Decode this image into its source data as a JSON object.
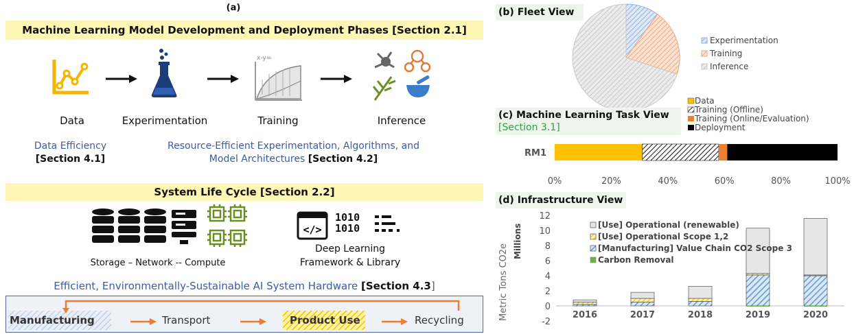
{
  "panel_a": {
    "label": "(a)",
    "title": "Machine Learning Model Development and Deployment Phases [Section 2.1]",
    "phases": [
      "Data",
      "Experimentation",
      "Training",
      "Inference"
    ],
    "data_eff": "Data Efficiency",
    "data_eff_sec": "[Section 4.1]",
    "res_eff_1": "Resource-Efficient Experimentation, Algorithms, and",
    "res_eff_2": "Model Architectures",
    "res_eff_sec": "[Section 4.2]",
    "lifecycle_title": "System Life Cycle [Section 2.2]",
    "storage_label": "Storage – Network -- Compute",
    "dl_label_1": "Deep Learning",
    "dl_label_2": "Framework & Library",
    "hw_line": "Efficient, Environmentally-Sustainable AI System Hardware",
    "hw_sec_open": "[Section 4.3",
    "hw_sec_close": "]",
    "code_glyph": "</>",
    "binary_1": "1010",
    "binary_2": "1010",
    "formula": "x-y=",
    "stages": [
      "Manufacturing",
      "Transport",
      "Product Use",
      "Recycling"
    ]
  },
  "panel_b": {
    "title": "(b) Fleet View",
    "chart_data": {
      "type": "pie",
      "labels": [
        "Experimentation",
        "Training",
        "Inference"
      ],
      "values": [
        10,
        20,
        70
      ],
      "colors": [
        "#8fb0e3",
        "#f2a57e",
        "#c8c8c8"
      ]
    }
  },
  "panel_c": {
    "title": "(c) Machine Learning Task View",
    "section": "[Section 3.1]",
    "chart_data": {
      "type": "bar",
      "orientation": "horizontal-stacked-100",
      "categories": [
        "RM1"
      ],
      "series": [
        {
          "name": "Data",
          "values": [
            31
          ],
          "color": "#ffc000"
        },
        {
          "name": "Training (Offline)",
          "values": [
            27
          ],
          "color": "hatch"
        },
        {
          "name": "Training (Online/Evaluation)",
          "values": [
            3
          ],
          "color": "#ed7d31"
        },
        {
          "name": "Deployment",
          "values": [
            39
          ],
          "color": "#000000"
        }
      ],
      "xticks": [
        "0%",
        "20%",
        "40%",
        "60%",
        "80%",
        "100%"
      ]
    }
  },
  "panel_d": {
    "title": "(d) Infrastructure View",
    "chart_data": {
      "type": "bar",
      "orientation": "vertical-stacked",
      "categories": [
        "2016",
        "2017",
        "2018",
        "2019",
        "2020"
      ],
      "ylabel": "Metric Tons CO2e",
      "ylabel_units": "Millions",
      "ylim": [
        -2,
        12
      ],
      "yticks": [
        "-2",
        "0",
        "2",
        "4",
        "6",
        "8",
        "10",
        "12"
      ],
      "series": [
        {
          "name": "[Use] Operational (renewable)",
          "values": [
            0.3,
            0.8,
            1.6,
            6.0,
            7.5
          ]
        },
        {
          "name": "[Use] Operational Scope 1,2",
          "values": [
            0.3,
            0.5,
            0.4,
            0.2,
            0.1
          ]
        },
        {
          "name": "[Manufacturing] Value Chain CO2 Scope 3",
          "values": [
            0.2,
            0.5,
            0.6,
            4.1,
            4.0
          ]
        },
        {
          "name": "Carbon Removal",
          "values": [
            0,
            0,
            0,
            -0.1,
            -0.1
          ]
        }
      ]
    }
  }
}
